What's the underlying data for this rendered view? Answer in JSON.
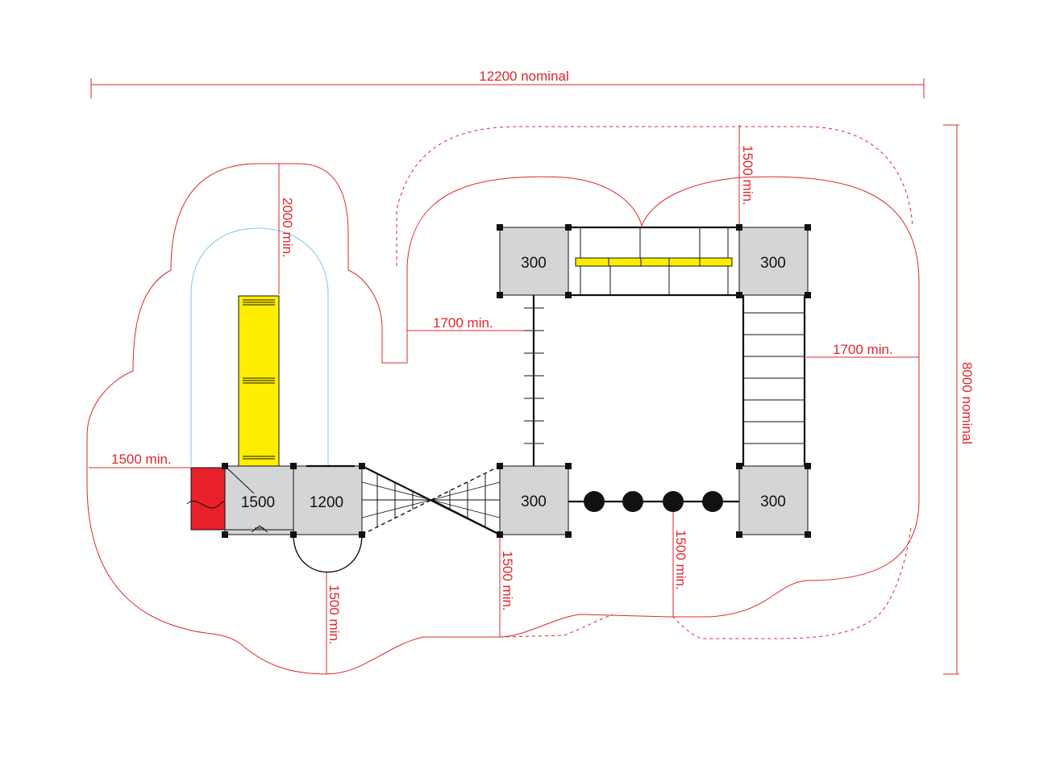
{
  "dimensions": {
    "width_nominal": "12200 nominal",
    "height_nominal": "8000 nominal",
    "top_clearance_left": "2000 min.",
    "top_clearance_right": "1500 min.",
    "left_clearance": "1500 min.",
    "inner_left_clearance": "1700 min.",
    "right_clearance": "1700 min.",
    "bottom_clearance_left": "1500 min.",
    "bottom_clearance_mid": "1500 min.",
    "bottom_clearance_right": "1500 min."
  },
  "decks": {
    "deck_a": "1500",
    "deck_b": "1200",
    "deck_c": "300",
    "deck_d": "300",
    "deck_e": "300",
    "deck_f": "300"
  },
  "colors": {
    "dimension": "#e0262b",
    "slide": "#ffee00",
    "panel": "#e8202a",
    "deck": "#d4d5d7",
    "slide_zone": "#7fc7e8"
  }
}
